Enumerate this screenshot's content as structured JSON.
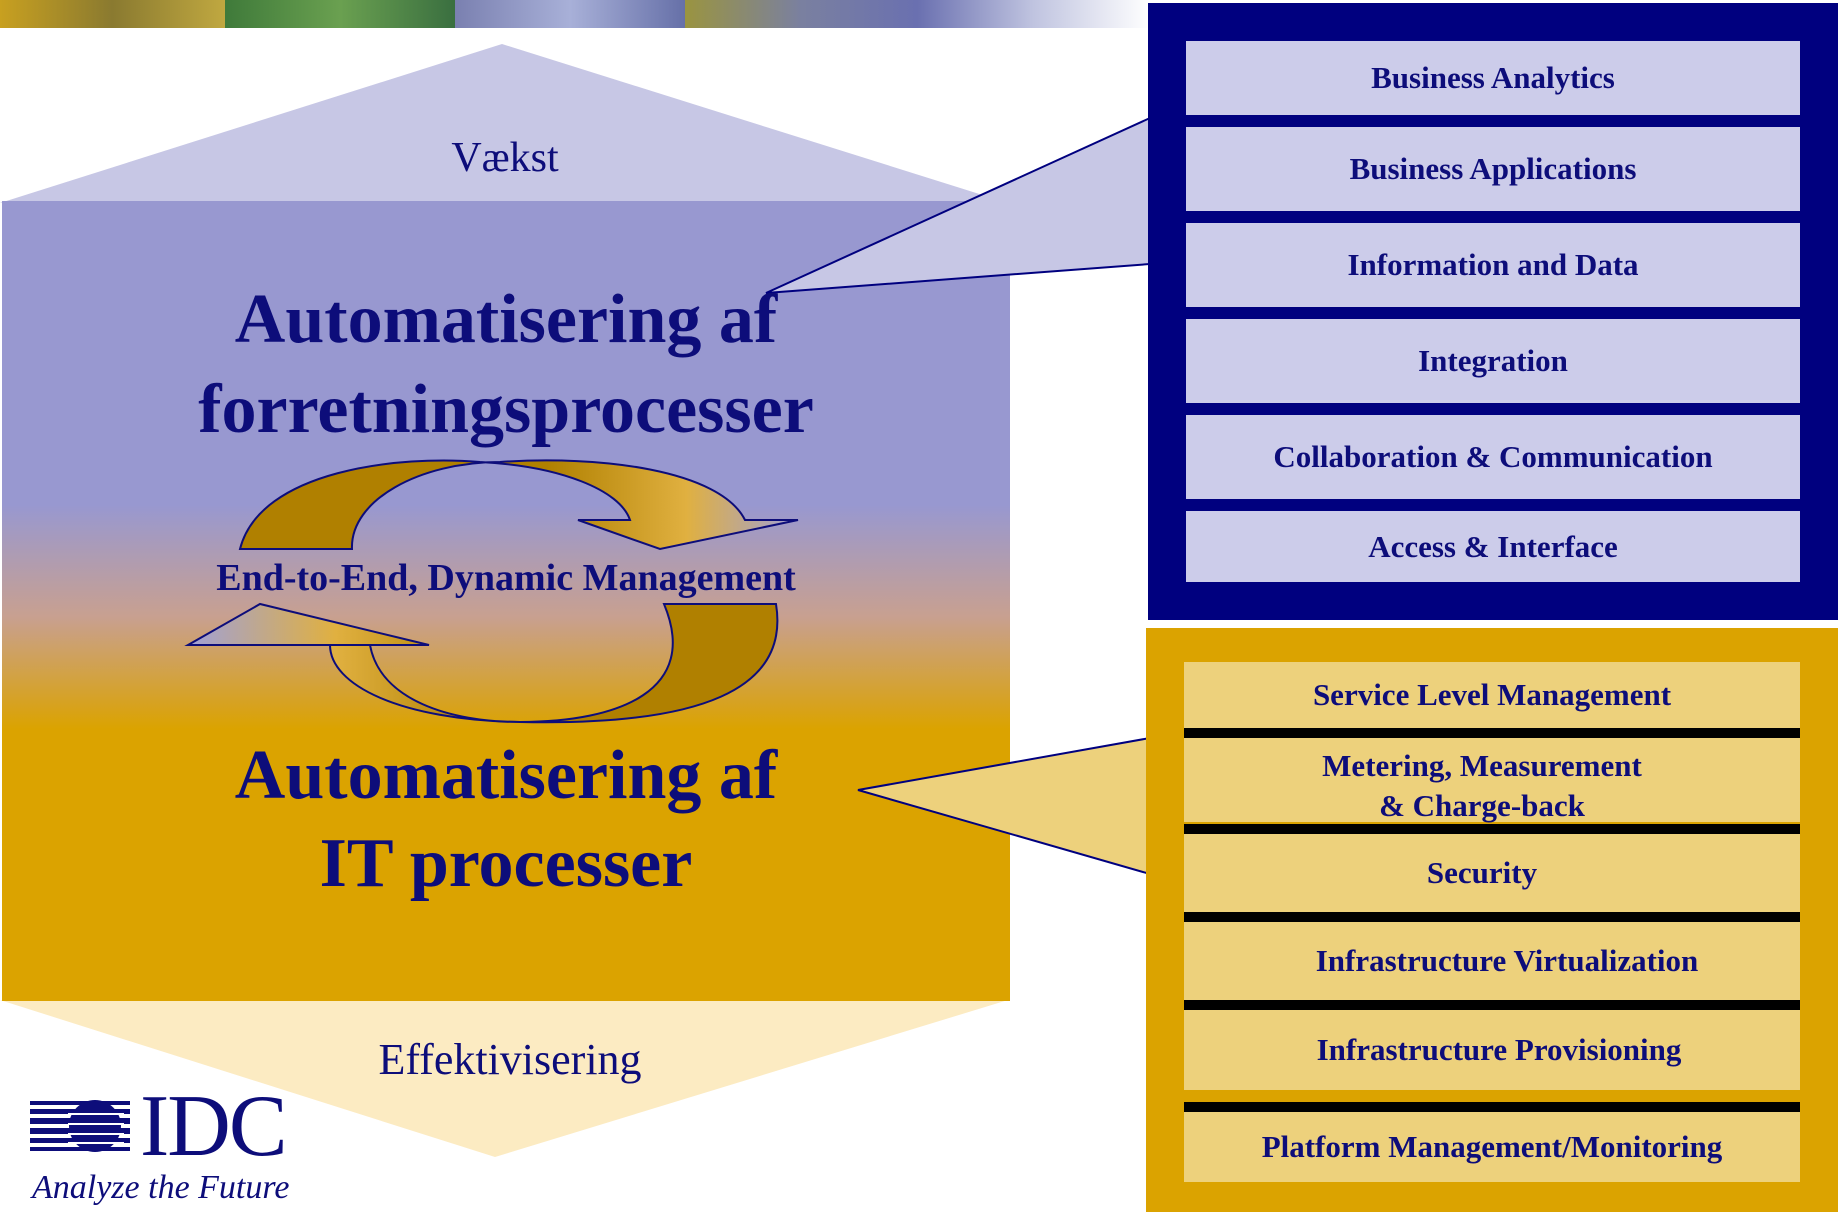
{
  "colors": {
    "navy": "#0d0d7a",
    "top_panel_frame": "#00007f",
    "top_row_fill": "#ccccea",
    "bottom_panel_frame": "#dba300",
    "bottom_row_fill": "#edd17c",
    "hexagon_top": "#c7c7e5",
    "hexagon_bottom": "#fcebc2",
    "square_top": "#9898d0",
    "square_bottom": "#dba300"
  },
  "diagram": {
    "growth_label": "Vækst",
    "business_title_line1": "Automatisering af",
    "business_title_line2": "forretningsprocesser",
    "cycle_label": "End-to-End, Dynamic Management",
    "it_title_line1": "Automatisering af",
    "it_title_line2": "IT processer",
    "efficiency_label": "Effektivisering"
  },
  "business_layers": [
    {
      "label": "Business Analytics"
    },
    {
      "label": "Business Applications"
    },
    {
      "label": "Information and Data"
    },
    {
      "label": "Integration"
    },
    {
      "label": "Collaboration & Communication"
    },
    {
      "label": "Access & Interface"
    }
  ],
  "it_layers": [
    {
      "label": "Service Level Management"
    },
    {
      "label": "Metering, Measurement",
      "label2": "& Charge-back"
    },
    {
      "label": "Security"
    },
    {
      "label": "Infrastructure Virtualization"
    },
    {
      "label": "Infrastructure Provisioning"
    },
    {
      "label": "Platform Management/Monitoring"
    }
  ],
  "logo": {
    "brand": "IDC",
    "tagline": "Analyze the Future"
  }
}
